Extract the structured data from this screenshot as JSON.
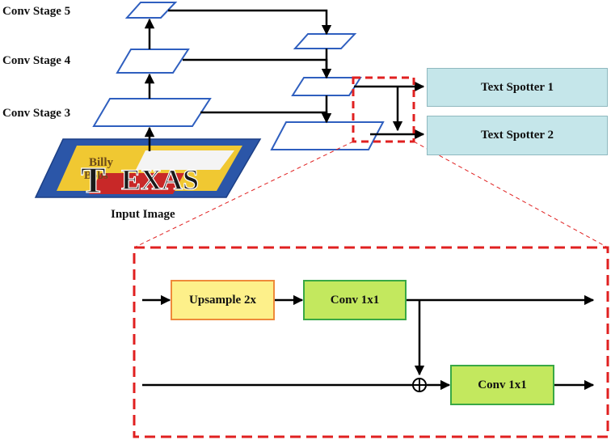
{
  "stages": {
    "stage5": "Conv Stage 5",
    "stage4": "Conv Stage 4",
    "stage3": "Conv Stage 3"
  },
  "input_label": "Input Image",
  "input_image": {
    "lettering": "Billy Bobs TEXAS"
  },
  "spotters": {
    "spotter1": "Text Spotter 1",
    "spotter2": "Text Spotter 2"
  },
  "detail": {
    "upsample": "Upsample 2x",
    "conv_top": "Conv 1x1",
    "conv_bottom": "Conv 1x1"
  },
  "colors": {
    "plane_border": "#2f5fbf",
    "highlight_dash": "#e02020",
    "spotter_fill": "#c5e6ea",
    "upsample_fill": "#fdf08a",
    "conv_fill": "#c3e85e"
  }
}
